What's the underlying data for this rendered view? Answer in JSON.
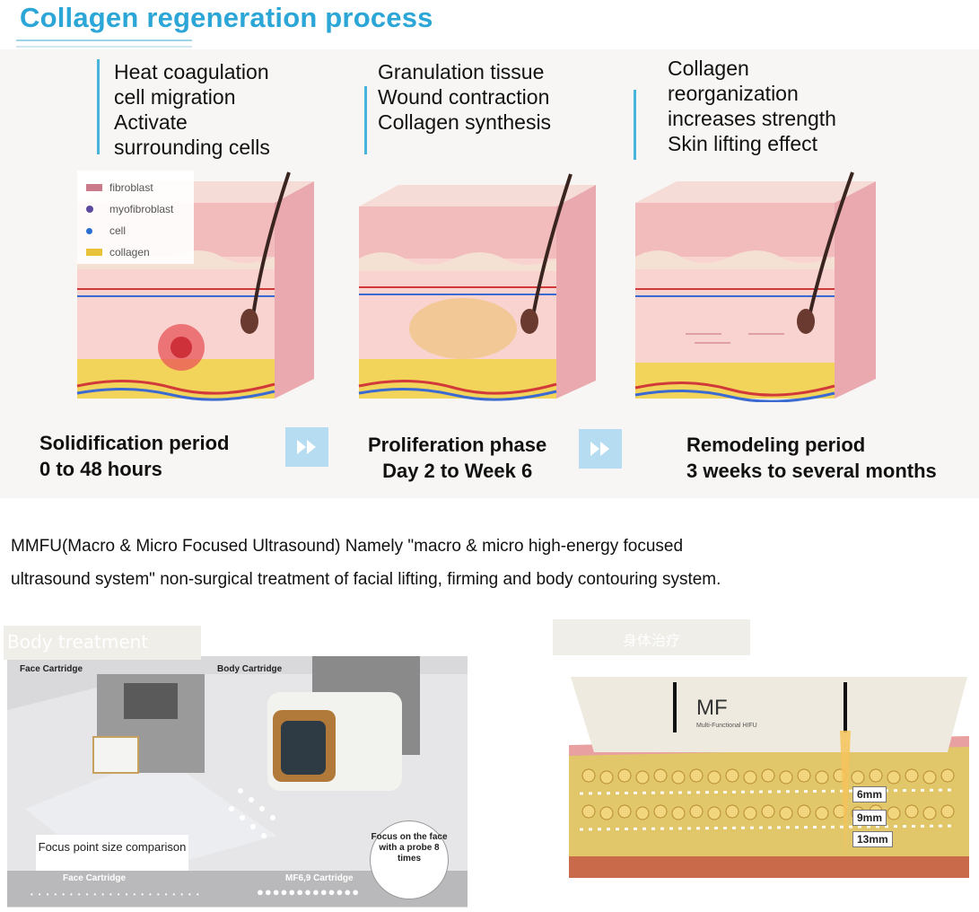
{
  "title": "Collagen regeneration process",
  "phases": [
    {
      "desc": [
        "Heat coagulation",
        "cell migration",
        "Activate",
        "surrounding cells"
      ],
      "name": "Solidification period",
      "duration": "0 to 48 hours"
    },
    {
      "desc": [
        "Granulation tissue",
        "Wound contraction",
        "Collagen synthesis"
      ],
      "name": "Proliferation phase",
      "duration": "Day 2 to Week 6"
    },
    {
      "desc": [
        "Collagen",
        "reorganization",
        "increases strength",
        "Skin lifting effect"
      ],
      "name": "Remodeling period",
      "duration": "3 weeks to several months"
    }
  ],
  "legend": [
    {
      "label": "fibroblast",
      "color": "#c97b8c"
    },
    {
      "label": "myofibroblast",
      "color": "#5a4aa0"
    },
    {
      "label": "cell",
      "color": "#2a6fd0"
    },
    {
      "label": "collagen",
      "color": "#e8c23a"
    }
  ],
  "description": "MMFU(Macro & Micro Focused Ultrasound) Namely \"macro & micro high-energy focused ultrasound system\" non-surgical treatment of facial lifting, firming and body contouring system.",
  "body_panel": {
    "tag": "Body treatment",
    "face_cartridge_label": "Face Cartridge",
    "body_cartridge_label": "Body Cartridge",
    "focus_label": "Focus point size comparison",
    "bubble_text": "Focus on the face with a probe 8 times",
    "strip_face": "Face Cartridge",
    "strip_mf": "MF6,9 Cartridge"
  },
  "right_panel": {
    "tag": "身体治疗",
    "brand": "MF",
    "brand_sub": "Multi-Functional HIFU",
    "depths": [
      "6mm",
      "9mm",
      "13mm"
    ]
  },
  "colors": {
    "accent": "#2ba6d6",
    "arrow_bg": "#b6dcf2",
    "skin": "#f3c6c6",
    "fat": "#f0d35a"
  }
}
